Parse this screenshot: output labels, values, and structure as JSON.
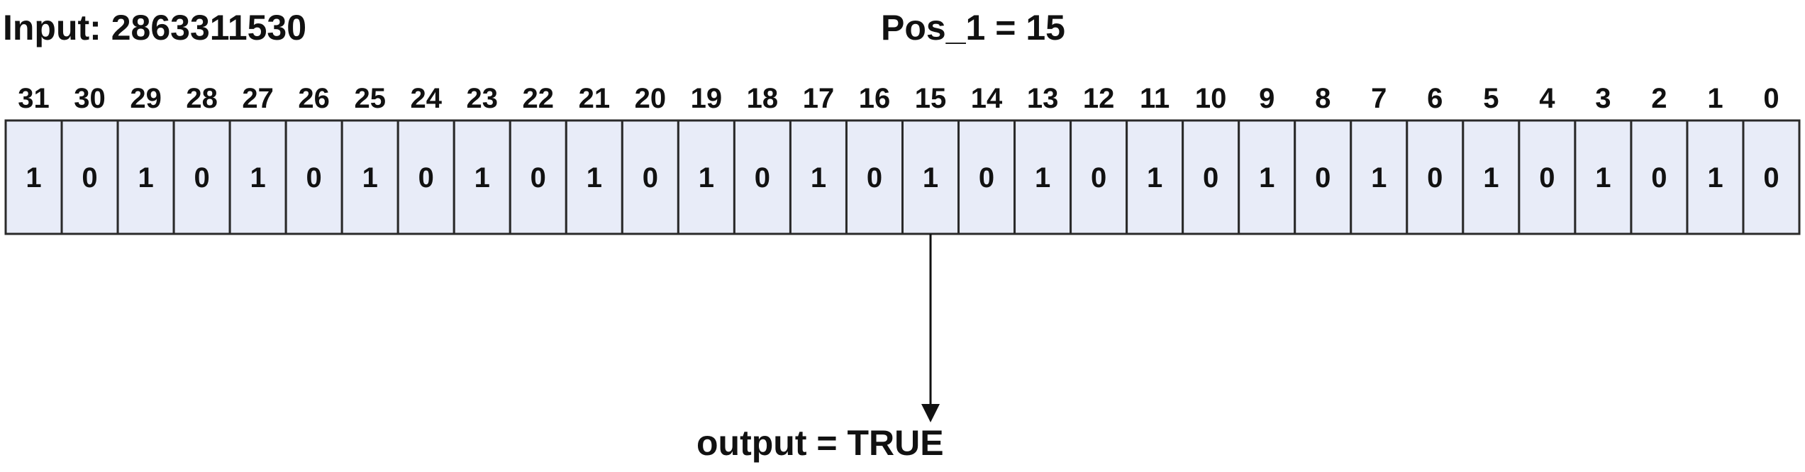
{
  "header": {
    "input_label": "Input:",
    "input_value": "2863311530",
    "pos_label": "Pos_1 =",
    "pos_value": "15"
  },
  "bits": {
    "positions": [
      "31",
      "30",
      "29",
      "28",
      "27",
      "26",
      "25",
      "24",
      "23",
      "22",
      "21",
      "20",
      "19",
      "18",
      "17",
      "16",
      "15",
      "14",
      "13",
      "12",
      "11",
      "10",
      "9",
      "8",
      "7",
      "6",
      "5",
      "4",
      "3",
      "2",
      "1",
      "0"
    ],
    "values": [
      "1",
      "0",
      "1",
      "0",
      "1",
      "0",
      "1",
      "0",
      "1",
      "0",
      "1",
      "0",
      "1",
      "0",
      "1",
      "0",
      "1",
      "0",
      "1",
      "0",
      "1",
      "0",
      "1",
      "0",
      "1",
      "0",
      "1",
      "0",
      "1",
      "0",
      "1",
      "0"
    ],
    "selected_position": "15"
  },
  "output": {
    "label": "output =",
    "value": "TRUE"
  },
  "colors": {
    "cell_fill": "#e8ecf8",
    "cell_border": "#2a2a2a",
    "text": "#111111",
    "arrow": "#111111"
  }
}
